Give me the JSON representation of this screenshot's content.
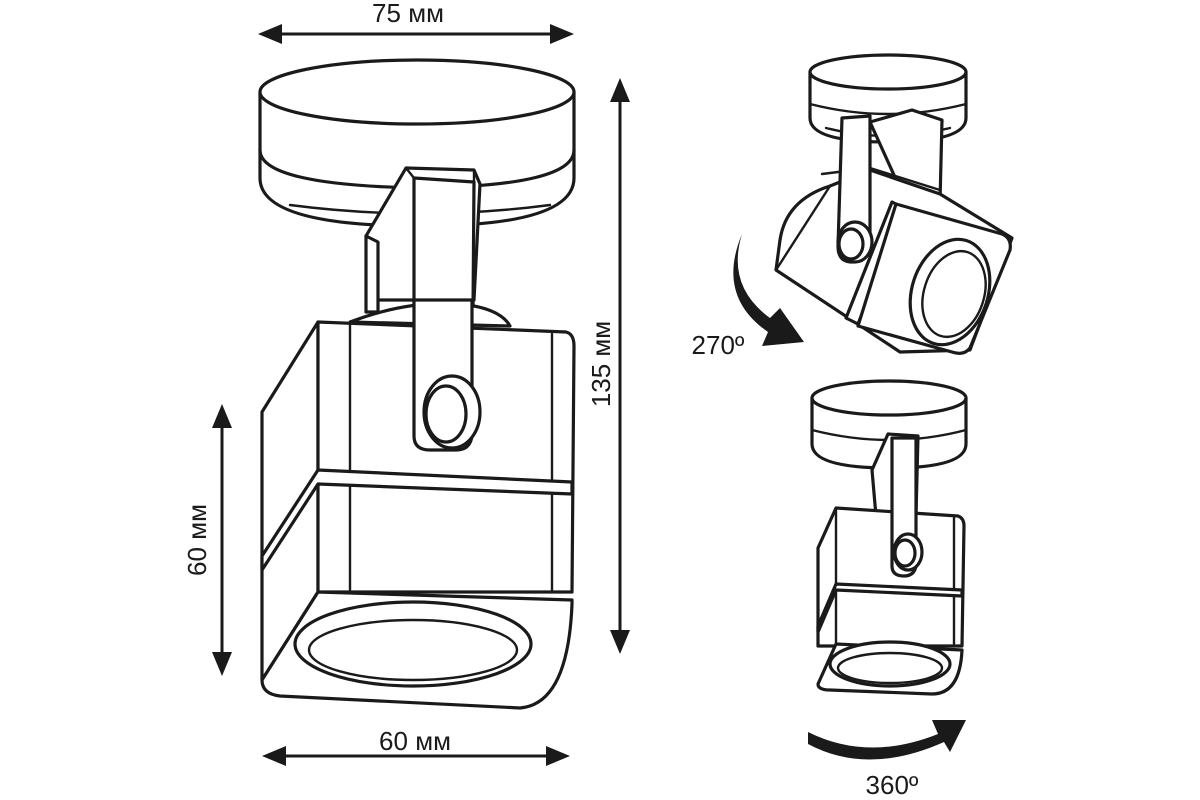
{
  "dimensions": {
    "base_width": "75 мм",
    "total_height": "135 мм",
    "head_height": "60 мм",
    "head_width": "60 мм"
  },
  "rotation": {
    "tilt": "270º",
    "swivel": "360º"
  },
  "colors": {
    "line": "#1a1a1a",
    "background": "#ffffff"
  }
}
